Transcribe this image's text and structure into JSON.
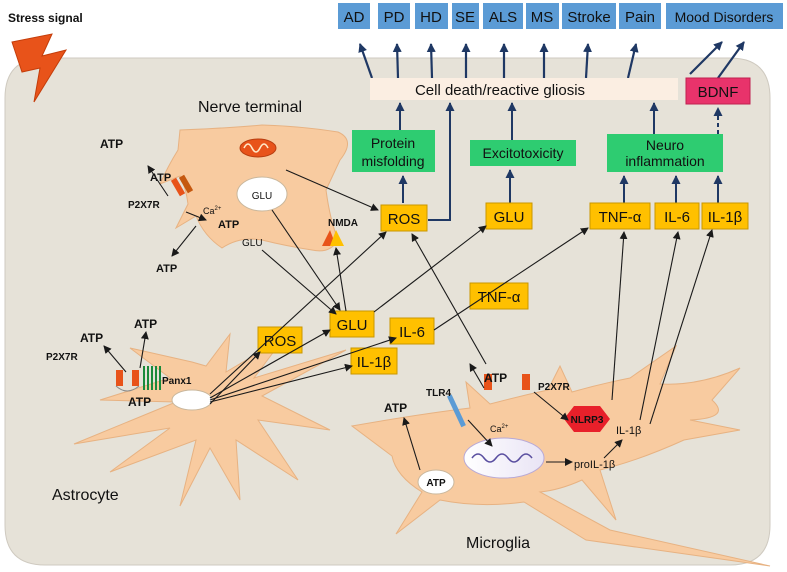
{
  "stress_signal": "Stress signal",
  "diseases": [
    "AD",
    "PD",
    "HD",
    "SE",
    "ALS",
    "MS",
    "Stroke",
    "Pain",
    "Mood Disorders"
  ],
  "cell_death": "Cell death/reactive gliosis",
  "bdnf": "BDNF",
  "protein_misfolding": [
    "Protein",
    "misfolding"
  ],
  "excitotoxicity": "Excitotoxicity",
  "neuroinflammation": [
    "Neuro",
    "inflammation"
  ],
  "mediators": {
    "ros_top": "ROS",
    "glu_top": "GLU",
    "tnf_top": "TNF-α",
    "il6_top": "IL-6",
    "il1b_top": "IL-1β",
    "tnf_mid": "TNF-α",
    "glu_mid": "GLU",
    "il6_mid": "IL-6",
    "ros_mid": "ROS",
    "il1b_mid": "IL-1β"
  },
  "nerve": {
    "title": "Nerve terminal",
    "atp_outside": "ATP",
    "atp_receptor": "ATP",
    "atp_inside": "ATP",
    "atp_out_arrow": "ATP",
    "p2x7r": "P2X7R",
    "ca": "Ca",
    "ca_sup": "2+",
    "glu_vesicle": "GLU",
    "glu_free": "GLU",
    "nmda": "NMDA"
  },
  "astro": {
    "title": "Astrocyte",
    "atp_left": "ATP",
    "atp_right": "ATP",
    "atp_bottom": "ATP",
    "p2x7r": "P2X7R",
    "panx1": "Panx1"
  },
  "micro": {
    "title": "Microglia",
    "atp_left": "ATP",
    "atp_top": "ATP",
    "atp_nucleus": "ATP",
    "tlr4": "TLR4",
    "p2x7r": "P2X7R",
    "ca": "Ca",
    "ca_sup": "2+",
    "nlrp3": "NLRP3",
    "proil": "proIL-1β",
    "il1b": "IL-1β"
  },
  "colors": {
    "disease_box": "#5b9bd5",
    "mediator_box": "#ffc000",
    "process_box": "#2ecc71",
    "bdnf_box": "#e8336b",
    "cell_fill": "#f8cba0",
    "background_panel": "#e8e4da",
    "arrow_dark": "#1f3864"
  }
}
